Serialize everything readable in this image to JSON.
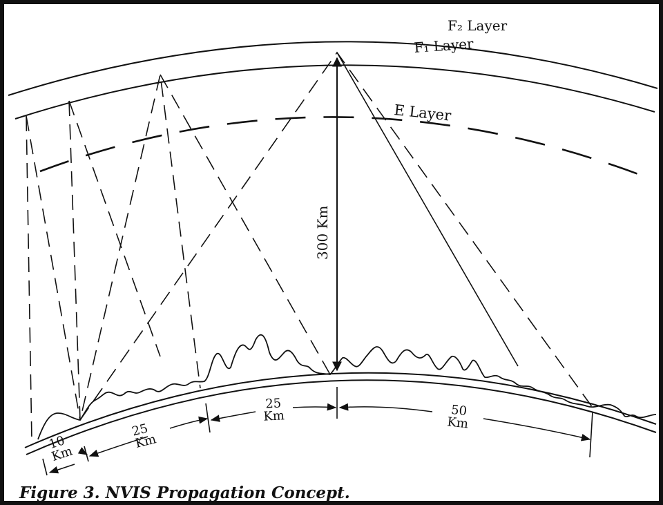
{
  "layers": {
    "f2": "F₂ Layer",
    "f1": "F₁ Layer",
    "e": "E Layer"
  },
  "height_label": "300 Km",
  "distances": {
    "d10": [
      "10",
      "Km"
    ],
    "d25a": [
      "25",
      "Km"
    ],
    "d25b": [
      "25",
      "Km"
    ],
    "d50": [
      "50",
      "Km"
    ]
  },
  "caption": "Figure 3. NVIS Propagation Concept."
}
